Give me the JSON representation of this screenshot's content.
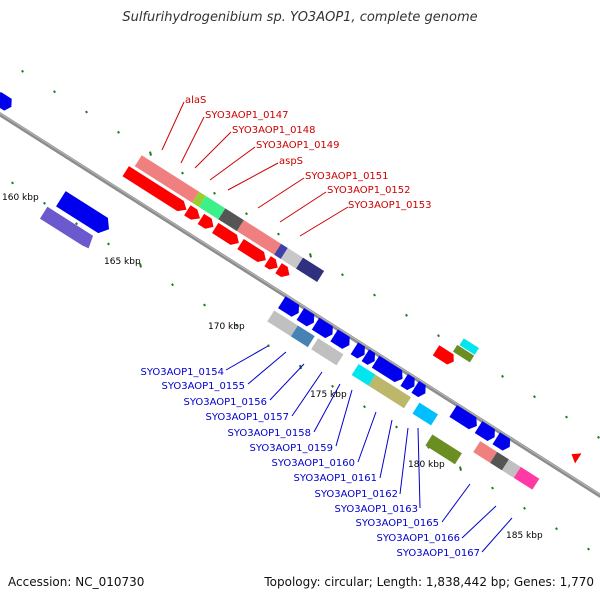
{
  "title": "Sulfurihydrogenibium sp. YO3AOP1, complete genome",
  "accession_text": "Accession: NC_010730",
  "topology_text": "Topology: circular; Length: 1,838,442 bp; Genes: 1,770",
  "colors": {
    "backbone": "#888888",
    "tick": "#1d7a1d",
    "forward_label": "#cc0000",
    "reverse_label": "#0000cc"
  },
  "kbp_labels": [
    {
      "name": "kbp-160",
      "text": "160 kbp"
    },
    {
      "name": "kbp-165",
      "text": "165 kbp"
    },
    {
      "name": "kbp-170",
      "text": "170 kbp"
    },
    {
      "name": "kbp-175",
      "text": "175 kbp"
    },
    {
      "name": "kbp-180",
      "text": "180 kbp"
    },
    {
      "name": "kbp-185",
      "text": "185 kbp"
    }
  ],
  "forward_labels": [
    {
      "text": "alaS"
    },
    {
      "text": "SYO3AOP1_0147"
    },
    {
      "text": "SYO3AOP1_0148"
    },
    {
      "text": "SYO3AOP1_0149"
    },
    {
      "text": "aspS"
    },
    {
      "text": "SYO3AOP1_0151"
    },
    {
      "text": "SYO3AOP1_0152"
    },
    {
      "text": "SYO3AOP1_0153"
    }
  ],
  "reverse_labels": [
    {
      "text": "SYO3AOP1_0154"
    },
    {
      "text": "SYO3AOP1_0155"
    },
    {
      "text": "SYO3AOP1_0156"
    },
    {
      "text": "SYO3AOP1_0157"
    },
    {
      "text": "SYO3AOP1_0158"
    },
    {
      "text": "SYO3AOP1_0159"
    },
    {
      "text": "SYO3AOP1_0160"
    },
    {
      "text": "SYO3AOP1_0161"
    },
    {
      "text": "SYO3AOP1_0162"
    },
    {
      "text": "SYO3AOP1_0163"
    },
    {
      "text": "SYO3AOP1_0165"
    },
    {
      "text": "SYO3AOP1_0166"
    },
    {
      "text": "SYO3AOP1_0167"
    }
  ]
}
